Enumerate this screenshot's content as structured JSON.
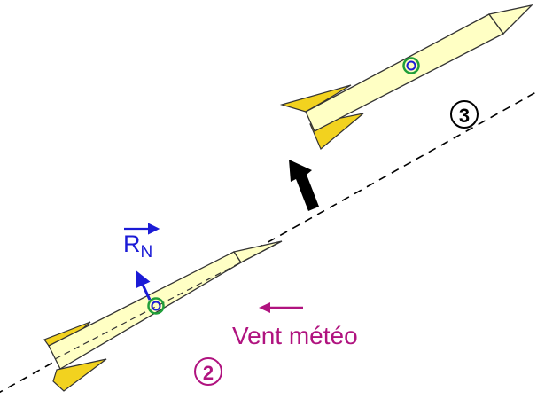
{
  "colors": {
    "background": "#ffffff",
    "rocket_body": "#ffffc4",
    "rocket_fin": "#f2d21f",
    "outline": "#333333",
    "trajectory": "#000000",
    "force_vector": "#1b1bd6",
    "wind": "#b0137f",
    "lift_arrow": "#000000",
    "cg_ring": "#1f9e3a"
  },
  "force_vector": {
    "label_main": "R",
    "label_sub": "N"
  },
  "wind": {
    "label": "Vent météo"
  },
  "steps": [
    {
      "label": "2"
    },
    {
      "label": "3"
    }
  ],
  "icons": {
    "rocket": "rocket-icon",
    "center_of_gravity": "target-icon",
    "wind_arrow": "arrow-left-icon",
    "lift_arrow": "arrow-up-icon"
  }
}
